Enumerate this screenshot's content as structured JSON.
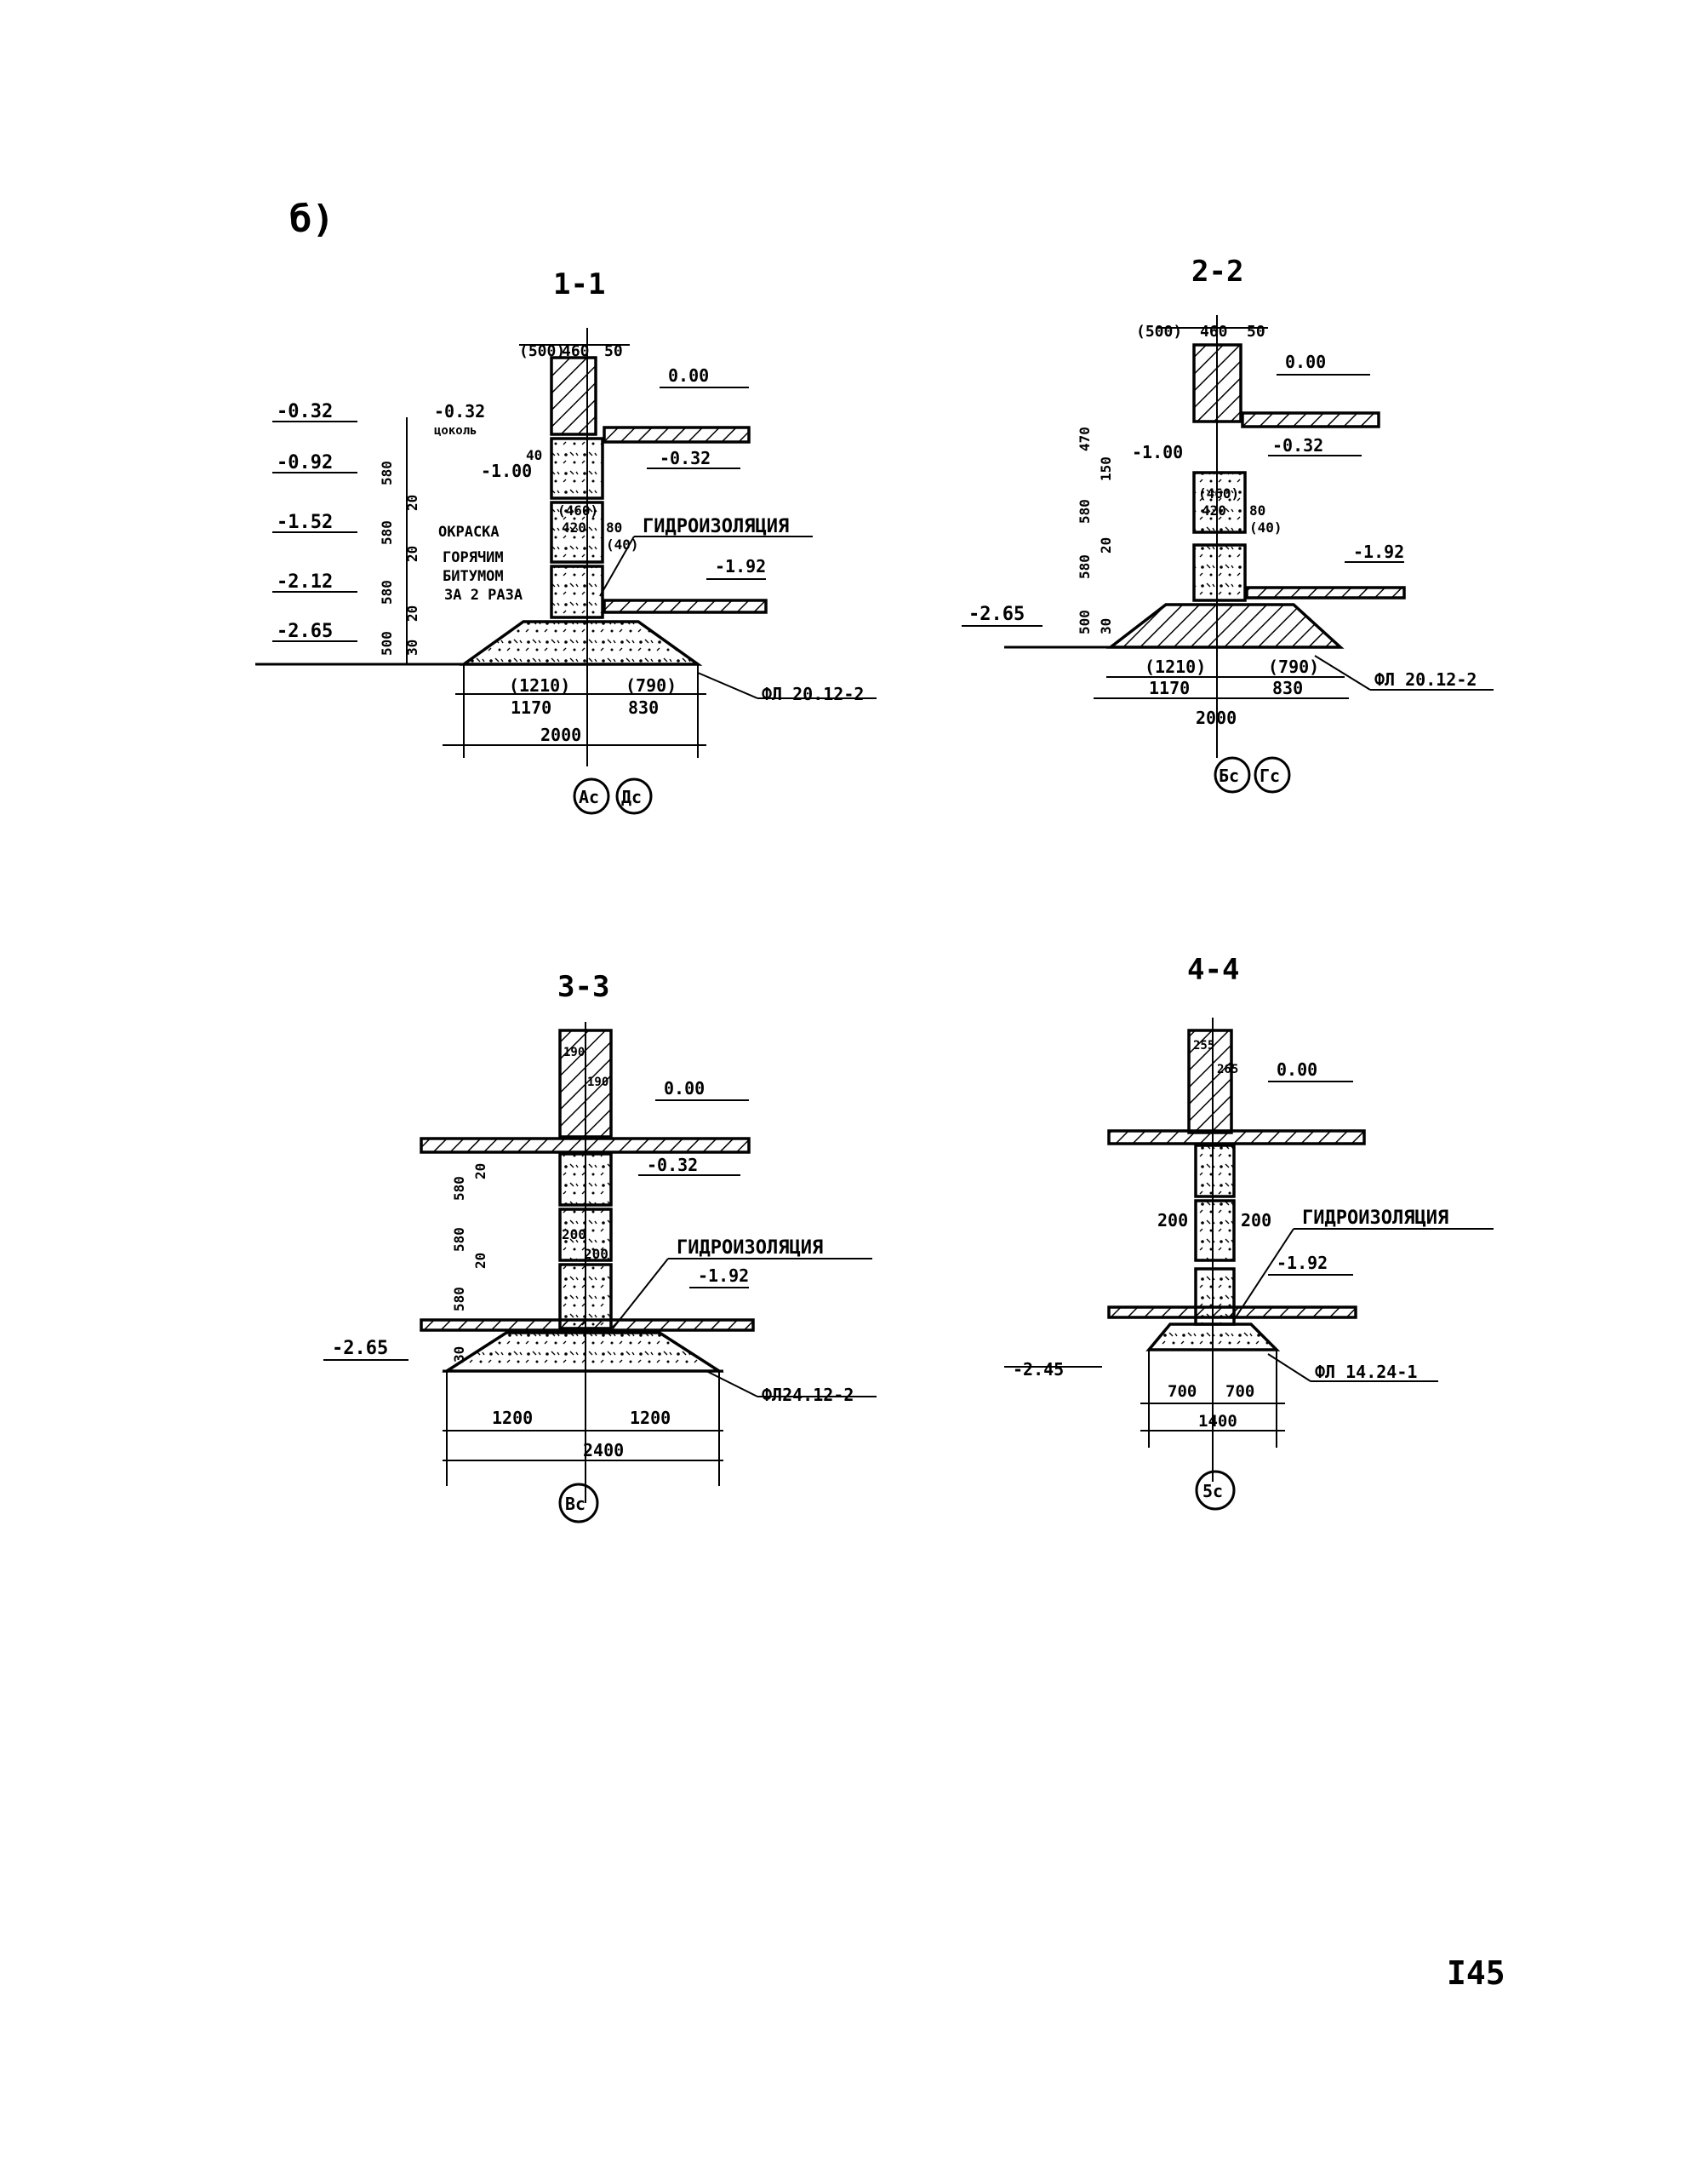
{
  "sheet_label": "б)",
  "page_number": "I45",
  "colors": {
    "ink": "#000000",
    "paper": "#ffffff"
  },
  "sections": [
    {
      "title": "1-1",
      "wall": {
        "left": "(500)",
        "mid": "460",
        "right": "50"
      },
      "elevations": [
        "-0.32",
        "-0.92",
        "-1.52",
        "-2.12",
        "-2.65"
      ],
      "vdims": [
        "580",
        "20",
        "580",
        "20",
        "580",
        "20",
        "500",
        "30"
      ],
      "inner": {
        "plinth": "-0.32",
        "plinth_note": "цоколь",
        "small": "40",
        "l100": "-1.00",
        "floor": "0.00",
        "under_floor": "-0.32",
        "ground": "-1.92"
      },
      "block": {
        "b1": "(460)",
        "b2": "420",
        "b3": "80",
        "b4": "(40)"
      },
      "note": [
        "ОКРАСКА",
        "ГОРЯЧИМ",
        "БИТУМОМ",
        "ЗА 2 РАЗА"
      ],
      "waterproof": "ГИДРОИЗОЛЯЦИЯ",
      "base_top": {
        "left": "(1210)",
        "right": "(790)"
      },
      "base_bottom": {
        "left": "1170",
        "right": "830"
      },
      "total": "2000",
      "footing": "ФЛ 20.12-2",
      "axes": [
        "Ас",
        "Дс"
      ]
    },
    {
      "title": "2-2",
      "wall": {
        "left": "(500)",
        "mid": "460",
        "right": "50"
      },
      "elevations": [
        "-2.65"
      ],
      "vdims": [
        "470",
        "150",
        "580",
        "20",
        "580",
        "500",
        "30"
      ],
      "inner": {
        "floor": "0.00",
        "under_floor": "-0.32",
        "l100": "-1.00",
        "ground": "-1.92"
      },
      "block": {
        "b1": "(460)",
        "b2": "420",
        "b3": "80",
        "b4": "(40)"
      },
      "base_top": {
        "left": "(1210)",
        "right": "(790)"
      },
      "base_bottom": {
        "left": "1170",
        "right": "830"
      },
      "total": "2000",
      "footing": "ФЛ 20.12-2",
      "axes": [
        "Бс",
        "Гс"
      ]
    },
    {
      "title": "3-3",
      "wall": {
        "d1": "190",
        "d2": "190"
      },
      "elevations": [
        "-2.65"
      ],
      "vdims": [
        "580",
        "20",
        "580",
        "20",
        "580",
        "30"
      ],
      "inner": {
        "floor": "0.00",
        "under_floor": "-0.32",
        "ground": "-1.92",
        "mid": "200",
        "mid2": "200"
      },
      "waterproof": "ГИДРОИЗОЛЯЦИЯ",
      "base_bottom": {
        "left": "1200",
        "right": "1200"
      },
      "total": "2400",
      "footing": "ФЛ24.12-2",
      "axes": [
        "Вс"
      ]
    },
    {
      "title": "4-4",
      "wall": {
        "d1": "255",
        "d2": "265"
      },
      "elevations": [
        "-2.45"
      ],
      "inner": {
        "floor": "0.00",
        "ground": "-1.92",
        "left": "200",
        "right": "200"
      },
      "waterproof": "ГИДРОИЗОЛЯЦИЯ",
      "base_bottom": {
        "left": "700",
        "right": "700"
      },
      "total": "1400",
      "footing": "ФЛ 14.24-1",
      "axes": [
        "5с"
      ]
    }
  ]
}
